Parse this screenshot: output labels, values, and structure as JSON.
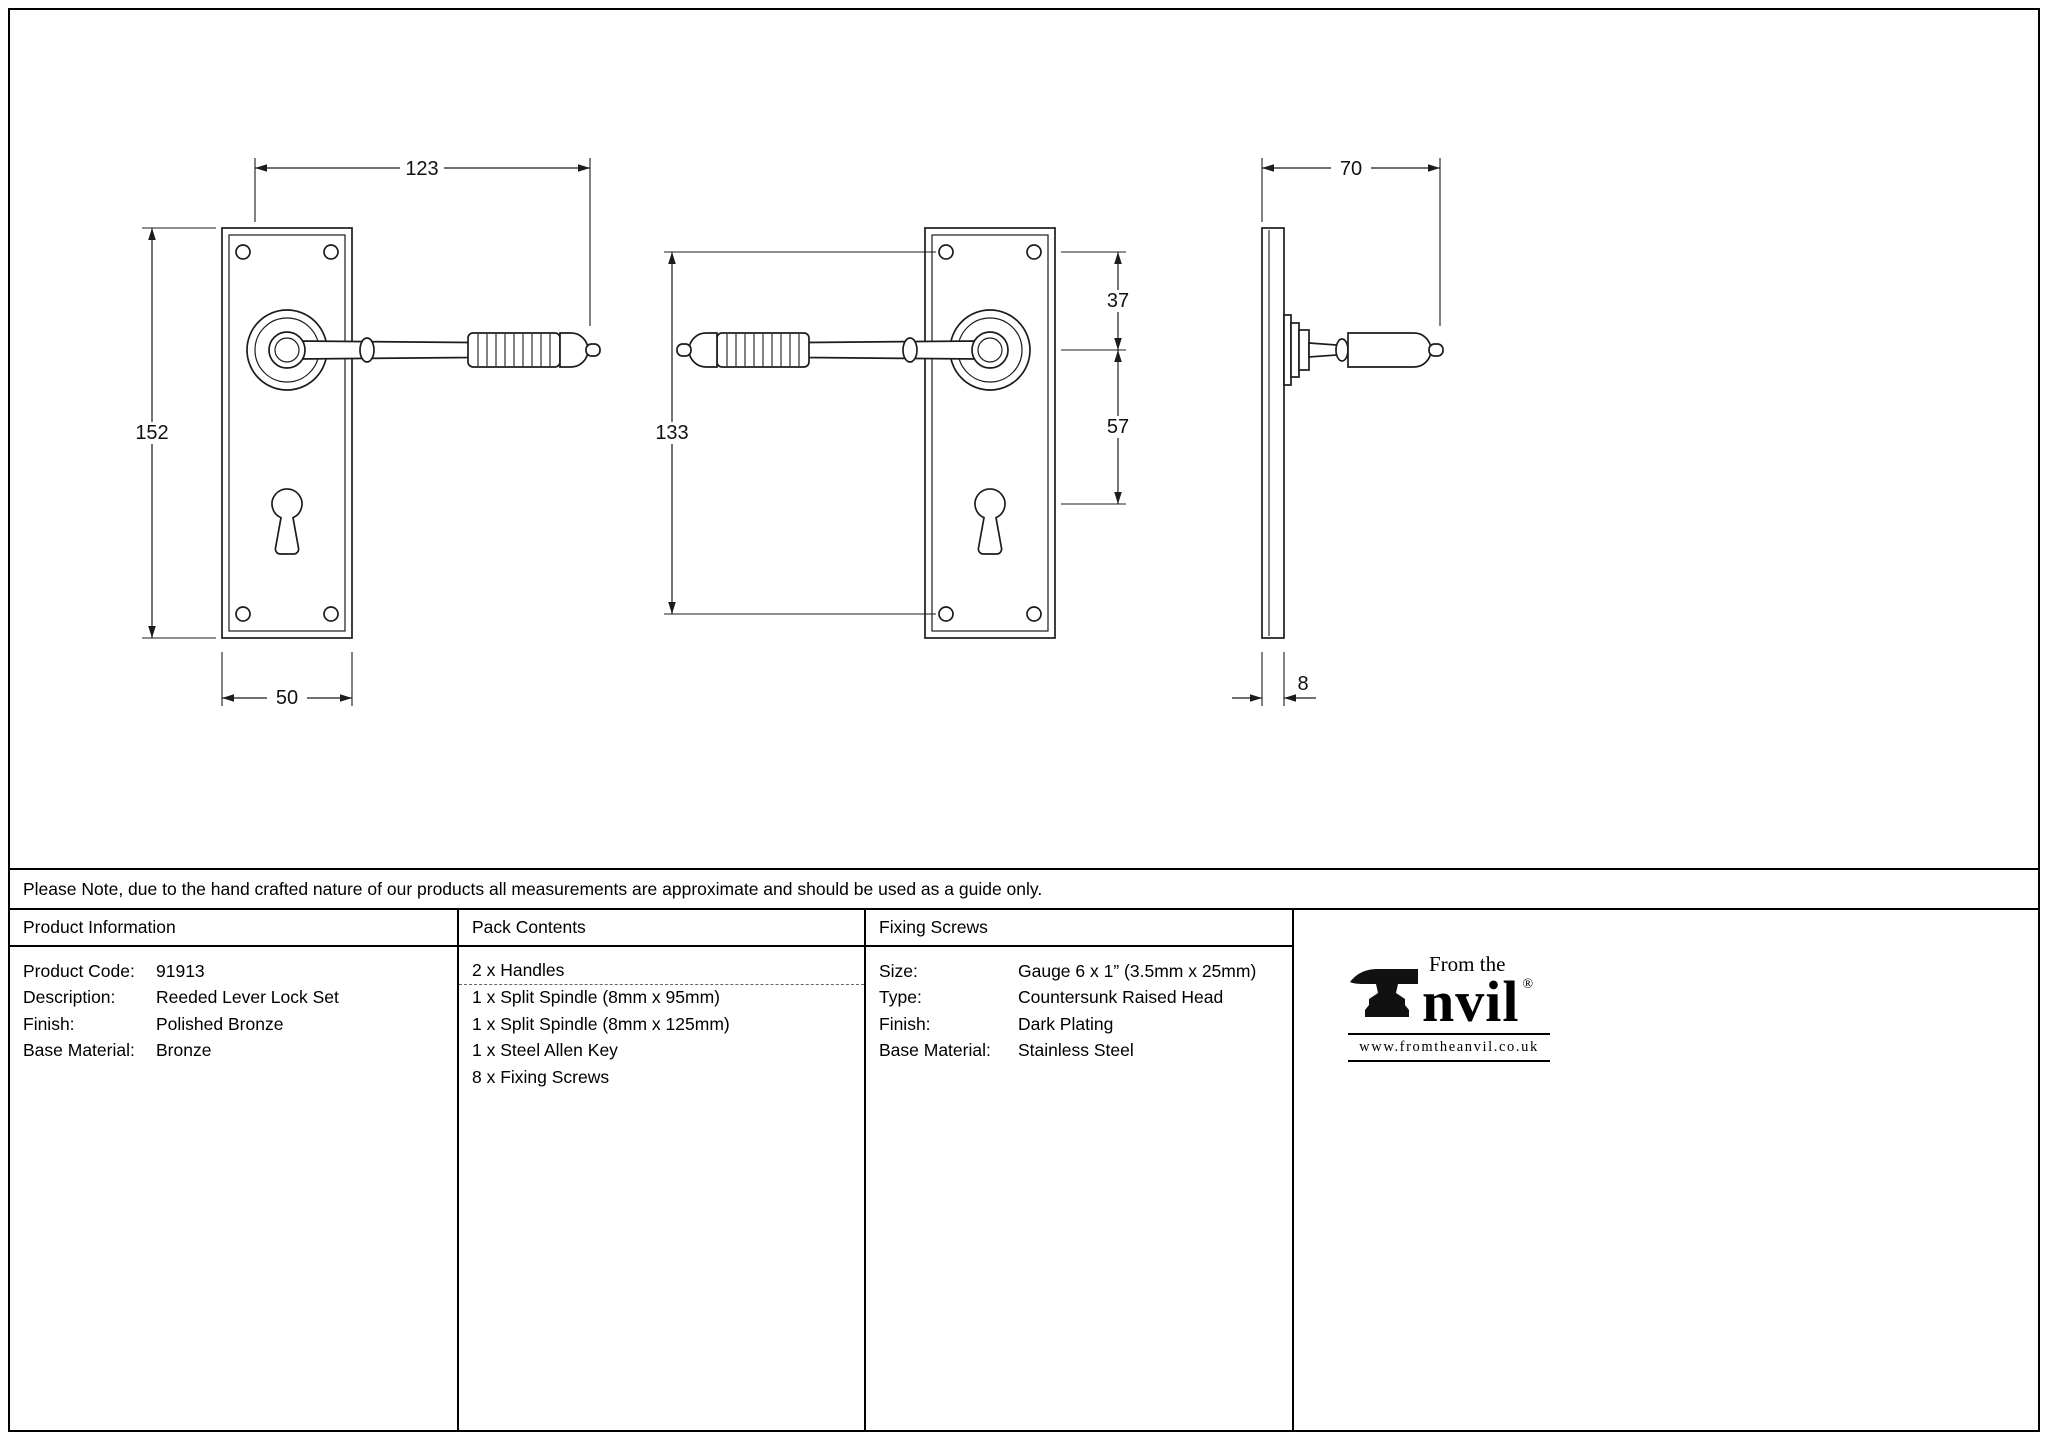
{
  "note": "Please Note, due to the hand crafted nature of our products all measurements are approximate and should be used as a guide only.",
  "drawing": {
    "dimensions": {
      "overall_length": "123",
      "plate_height": "152",
      "plate_width": "50",
      "screw_centres": "133",
      "top_to_handle_centre": "37",
      "handle_to_keyhole_centre": "57",
      "projection": "70",
      "plate_thickness": "8"
    }
  },
  "table": {
    "product_information": {
      "header": "Product Information",
      "rows": [
        {
          "label": "Product Code:",
          "value": "91913"
        },
        {
          "label": "Description:",
          "value": "Reeded Lever Lock Set"
        },
        {
          "label": "Finish:",
          "value": "Polished Bronze"
        },
        {
          "label": "Base Material:",
          "value": "Bronze"
        }
      ]
    },
    "pack_contents": {
      "header": "Pack Contents",
      "items": [
        "2 x Handles",
        "1 x Split Spindle (8mm x 95mm)",
        "1 x Split Spindle (8mm x 125mm)",
        "1 x Steel Allen Key",
        "8 x Fixing Screws"
      ]
    },
    "fixing_screws": {
      "header": "Fixing Screws",
      "rows": [
        {
          "label": "Size:",
          "value": "Gauge 6 x 1” (3.5mm x 25mm)"
        },
        {
          "label": "Type:",
          "value": "Countersunk Raised Head"
        },
        {
          "label": "Finish:",
          "value": "Dark Plating"
        },
        {
          "label": "Base Material:",
          "value": "Stainless Steel"
        }
      ]
    },
    "logo": {
      "prefix": "From the",
      "brand_rest": "nvil",
      "registered": "®",
      "website": "www.fromtheanvil.co.uk"
    }
  }
}
